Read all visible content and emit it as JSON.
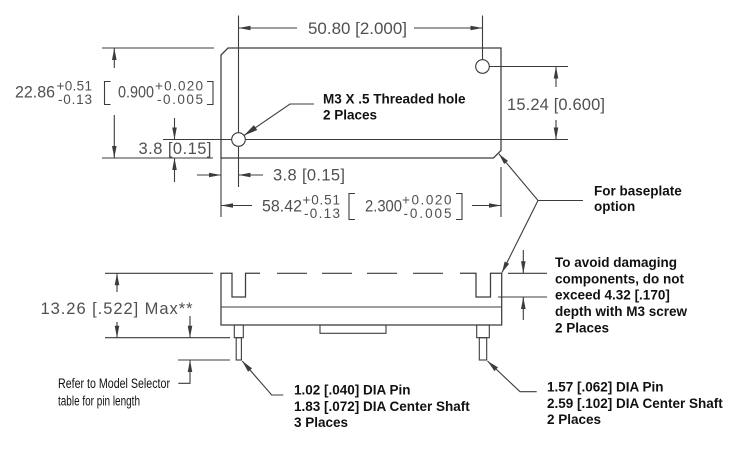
{
  "colors": {
    "background": "#ffffff",
    "linework": "#3c3c3c",
    "dimension_text": "#505050",
    "note_text": "#111111"
  },
  "top_view": {
    "dimensions": {
      "hole_spacing_x": "50.80 [2.000]",
      "hole_spacing_y": "15.24 [0.600]",
      "hole_offset_from_bottom": "3.8 [0.15]",
      "hole_offset_from_left": "3.8 [0.15]",
      "width": {
        "mm": "22.86",
        "mm_tol_plus": "+0.51",
        "mm_tol_minus": "-0.13",
        "in": "0.900",
        "in_tol_plus": "+0.020",
        "in_tol_minus": "-0.005"
      },
      "length": {
        "mm": "58.42",
        "mm_tol_plus": "+0.51",
        "mm_tol_minus": "-0.13",
        "in": "2.300",
        "in_tol_plus": "+0.020",
        "in_tol_minus": "-0.005"
      }
    },
    "notes": {
      "threaded_hole": [
        "M3 X .5 Threaded hole",
        "2 Places"
      ]
    }
  },
  "shared_notes": {
    "baseplate_option": [
      "For baseplate",
      "option"
    ]
  },
  "side_view": {
    "dimensions": {
      "max_height": "13.26 [.522] Max**"
    },
    "notes": {
      "screw_depth": [
        "To avoid damaging",
        "components, do not",
        "exceed 4.32 [.170]",
        "depth with M3 screw",
        "2 Places"
      ],
      "pin_length": [
        "Refer to Model Selector",
        "table for pin length"
      ],
      "small_pins": [
        "1.02 [.040] DIA Pin",
        "1.83 [.072] DIA Center Shaft",
        "3 Places"
      ],
      "large_pins": [
        "1.57 [.062] DIA Pin",
        "2.59 [.102] DIA Center Shaft",
        "2 Places"
      ]
    }
  }
}
